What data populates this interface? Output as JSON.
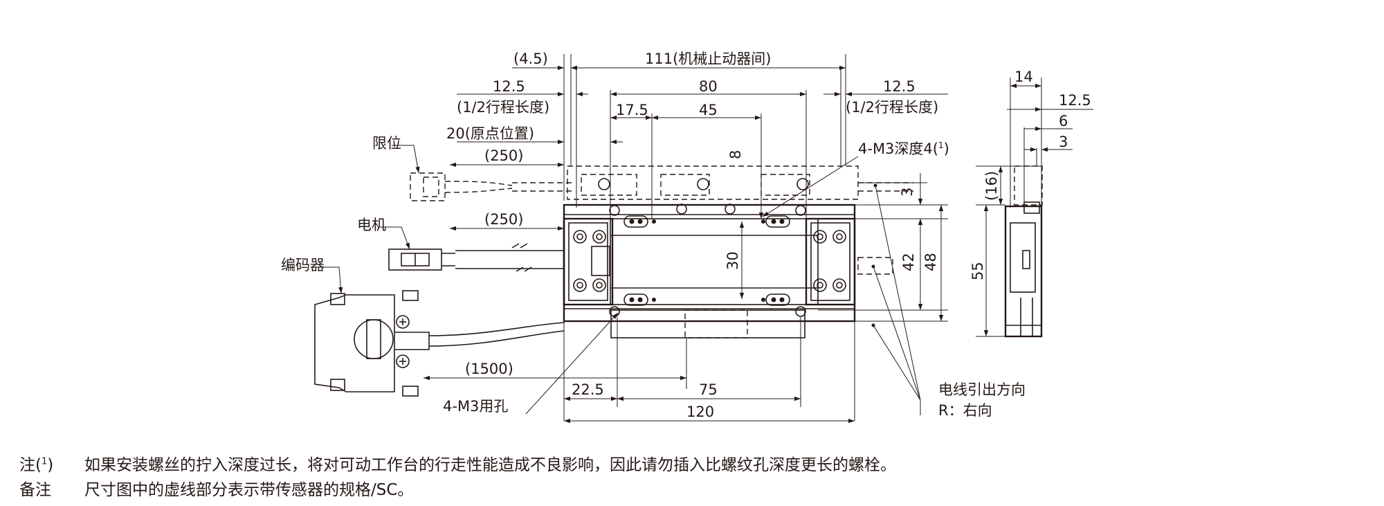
{
  "dimensions": {
    "d_4_5": "(4.5)",
    "d_111": "111(机械止动器间)",
    "d_12_5_left": "12.5",
    "d_half_stroke_left": "(1/2行程长度)",
    "d_80": "80",
    "d_12_5_right": "12.5",
    "d_half_stroke_right": "(1/2行程长度)",
    "d_17_5": "17.5",
    "d_45": "45",
    "d_20_origin": "20(原点位置)",
    "d_8": "8",
    "d_m3_depth": "4-M3深度4(",
    "d_m3_depth_sup": "1",
    "d_m3_depth_close": ")",
    "d_250_top": "(250)",
    "d_250_mid": "(250)",
    "d_3_top": "3",
    "d_30": "30",
    "d_42": "42",
    "d_48": "48",
    "d_1500": "(1500)",
    "d_22_5": "22.5",
    "d_75": "75",
    "d_120": "120",
    "d_m3_hole": "4-M3用孔",
    "d_14": "14",
    "d_12_5_side": "12.5",
    "d_6": "6",
    "d_3_side": "3",
    "d_16": "(16)",
    "d_55": "55"
  },
  "labels": {
    "limit": "限位",
    "motor": "电机",
    "encoder": "编码器",
    "wire_direction": "电线引出方向",
    "wire_r": "R：右向"
  },
  "notes": {
    "note1_label": "注(",
    "note1_sup": "1",
    "note1_close": ")",
    "note1_text": "如果安装螺丝的拧入深度过长，将对可动工作台的行走性能造成不良影响，因此请勿插入比螺纹孔深度更长的螺栓。",
    "remark_label": "备注",
    "remark_text": "尺寸图中的虚线部分表示带传感器的规格/SC。"
  }
}
